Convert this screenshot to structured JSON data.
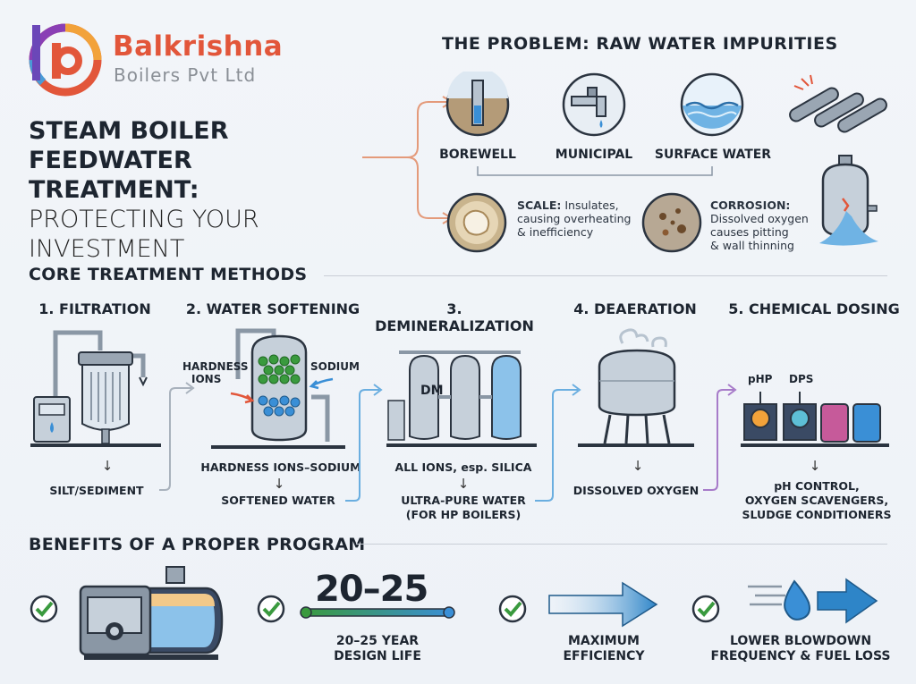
{
  "brand": {
    "name": "Balkrishna",
    "sub": "Boilers Pvt Ltd"
  },
  "title": {
    "line1": "STEAM BOILER",
    "line2": "FEEDWATER TREATMENT:",
    "line3": "PROTECTING YOUR",
    "line4": "INVESTMENT"
  },
  "problem": {
    "title": "THE PROBLEM: RAW WATER IMPURITIES",
    "sources": [
      "BOREWELL",
      "MUNICIPAL",
      "SURFACE WATER"
    ],
    "scale": {
      "head": "SCALE:",
      "line1": "Insulates,",
      "line2": "causing overheating",
      "line3": "& inefficiency"
    },
    "corrosion": {
      "head": "CORROSION:",
      "line1": "Dissolved oxygen",
      "line2": "causes pitting",
      "line3": "& wall thinning"
    }
  },
  "core": {
    "title": "CORE TREATMENT METHODS",
    "steps": [
      {
        "title": "1. FILTRATION",
        "cap1": "SILT/SEDIMENT"
      },
      {
        "title": "2. WATER SOFTENING",
        "left": "HARDNESS",
        "left2": "IONS",
        "right": "SODIUM",
        "cap1": "HARDNESS IONS–SODIUM",
        "cap2": "SOFTENED WATER"
      },
      {
        "title": "3. DEMINERALIZATION",
        "tank": "DM",
        "cap1": "ALL IONS, esp. SILICA",
        "cap2": "ULTRA-PURE WATER",
        "cap3": "(FOR HP BOILERS)"
      },
      {
        "title": "4. DEAERATION",
        "cap1": "DISSOLVED OXYGEN"
      },
      {
        "title": "5. CHEMICAL DOSING",
        "g1": "pHP",
        "g2": "DPS",
        "cap1": "pH CONTROL,",
        "cap2": "OXYGEN SCAVENGERS,",
        "cap3": "SLUDGE CONDITIONERS"
      }
    ],
    "arrow": "↓"
  },
  "benefits": {
    "title": "BENEFITS OF A PROPER PROGRAM",
    "big": "20–25",
    "items": [
      {
        "l1": "20–25 YEAR",
        "l2": "DESIGN LIFE"
      },
      {
        "l1": "MAXIMUM",
        "l2": "EFFICIENCY"
      },
      {
        "l1": "LOWER BLOWDOWN",
        "l2": "FREQUENCY & FUEL LOSS"
      }
    ]
  },
  "colors": {
    "brand": "#e2563a",
    "accent_blue": "#3a8fd6",
    "check_green": "#3a9a3e"
  },
  "icons": [
    "logo-mark",
    "borewell-icon",
    "tap-icon",
    "waves-icon",
    "pipes-icon",
    "scale-pipe-icon",
    "corrosion-icon",
    "leaking-tank-icon",
    "filter-icon",
    "softener-icon",
    "dm-tanks-icon",
    "deaerator-icon",
    "dosing-icon",
    "boiler-icon",
    "check-icon",
    "arrow-right-icon",
    "water-drop-icon"
  ]
}
